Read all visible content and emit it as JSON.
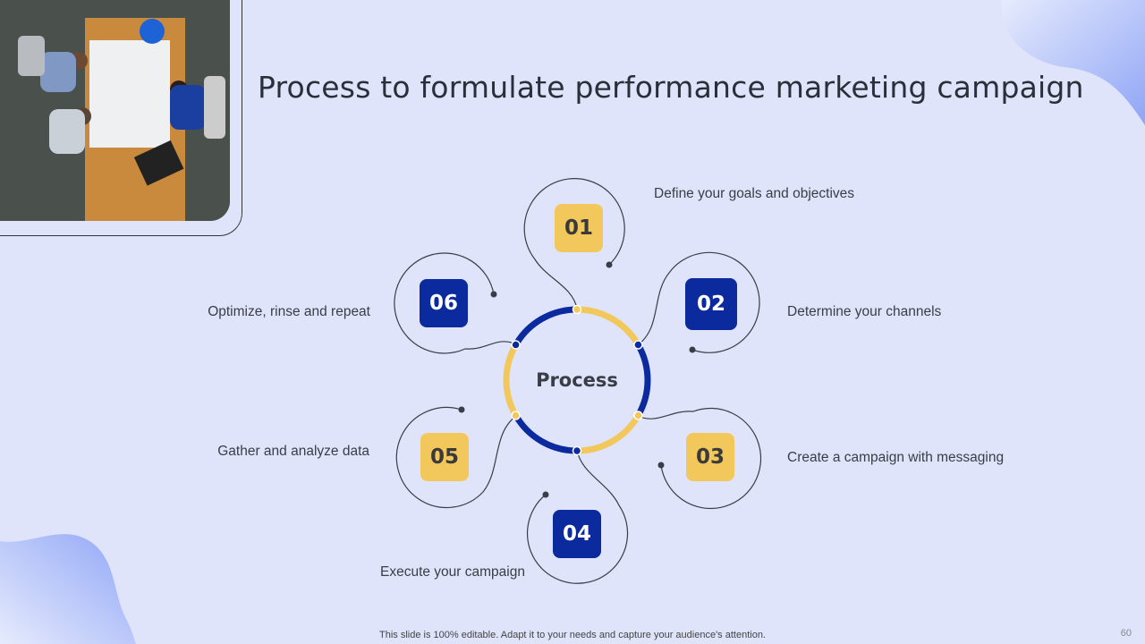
{
  "title": "Process to formulate performance marketing campaign",
  "center_label": "Process",
  "steps": [
    {
      "num": "01",
      "text": "Define your goals and objectives",
      "color": "#f2c75c"
    },
    {
      "num": "02",
      "text": "Determine your channels",
      "color": "#0a2a9e"
    },
    {
      "num": "03",
      "text": "Create a campaign with messaging",
      "color": "#f2c75c"
    },
    {
      "num": "04",
      "text": "Execute your campaign",
      "color": "#0a2a9e"
    },
    {
      "num": "05",
      "text": "Gather and analyze data",
      "color": "#f2c75c"
    },
    {
      "num": "06",
      "text": "Optimize, rinse and repeat",
      "color": "#0a2a9e"
    }
  ],
  "footer": "This slide is 100% editable. Adapt it to your needs and capture your audience's attention.",
  "page_number": "60"
}
